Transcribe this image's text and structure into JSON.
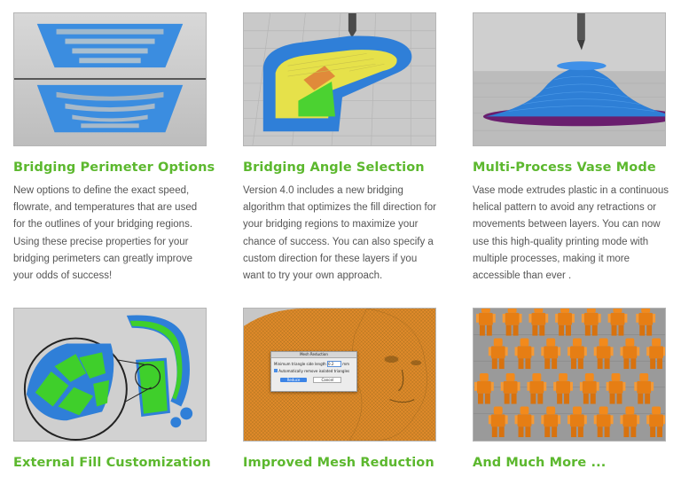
{
  "features": [
    {
      "title": "Bridging Perimeter Options",
      "description": "New options to define the exact speed, flowrate, and temperatures that are used for the outlines of your bridging regions. Using these precise properties for your bridging perimeters can greatly improve your odds of success!",
      "image_alt": "bridging-perimeter-prints"
    },
    {
      "title": "Bridging Angle Selection",
      "description": "Version 4.0 includes a new bridging algorithm that optimizes the fill direction for your bridging regions to maximize your chance of success. You can also specify a custom direction for these layers if you want to try your own approach.",
      "image_alt": "bridging-angle-print"
    },
    {
      "title": "Multi-Process Vase Mode",
      "description": "Vase mode extrudes plastic in a continuous helical pattern to avoid any retractions or movements between layers. You can now use this high-quality printing mode with multiple processes, making it more accessible than ever .",
      "image_alt": "vase-mode-print"
    },
    {
      "title": "External Fill Customization",
      "description": "",
      "image_alt": "external-fill-print"
    },
    {
      "title": "Improved Mesh Reduction",
      "description": "",
      "image_alt": "mesh-reduction-head",
      "dialog": {
        "title": "Mesh Reduction",
        "field_label": "Minimum triangle side length",
        "field_value": "0.2",
        "unit": "mm",
        "checkbox_label": "Automatically remove isolated triangles",
        "reduce_label": "Reduce",
        "cancel_label": "Cancel"
      }
    },
    {
      "title": "And Much More ...",
      "description": "",
      "image_alt": "many-figures-print"
    }
  ],
  "colors": {
    "title_green": "#5cb82e",
    "body_text": "#555555",
    "print_blue": "#2f7fd8",
    "fill_green": "#3fcf2b",
    "fill_yellow": "#e6e14a",
    "mesh_orange": "#e08a2a",
    "figure_orange": "#f28a1c"
  }
}
